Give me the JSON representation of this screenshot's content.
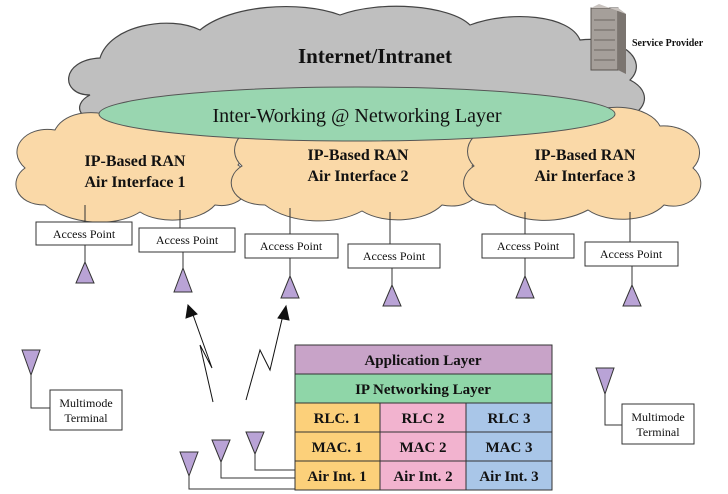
{
  "cloud": {
    "title": "Internet/Intranet"
  },
  "interworking": {
    "label": "Inter-Working @ Networking Layer"
  },
  "server": {
    "label": "Service Provider"
  },
  "rans": [
    {
      "line1": "IP-Based RAN",
      "line2": "Air Interface 1"
    },
    {
      "line1": "IP-Based RAN",
      "line2": "Air Interface 2"
    },
    {
      "line1": "IP-Based RAN",
      "line2": "Air Interface 3"
    }
  ],
  "access_points": [
    "Access Point",
    "Access Point",
    "Access Point",
    "Access Point",
    "Access Point",
    "Access Point"
  ],
  "terminals": {
    "left": {
      "line1": "Multimode",
      "line2": "Terminal"
    },
    "right": {
      "line1": "Multimode",
      "line2": "Terminal"
    }
  },
  "stack": {
    "app_layer": "Application Layer",
    "ip_layer": "IP Networking Layer",
    "rlc": [
      "RLC. 1",
      "RLC 2",
      "RLC 3"
    ],
    "mac": [
      "MAC. 1",
      "MAC 2",
      "MAC 3"
    ],
    "air": [
      "Air Int. 1",
      "Air Int. 2",
      "Air Int. 3"
    ]
  },
  "colors": {
    "cloud_gray": "#bfbfbf",
    "ellipse_green": "#99d6b0",
    "ran_tan": "#fad9a8",
    "antenna_purple": "#b9a3d6",
    "app_purple": "#c8a3c8",
    "ip_green": "#8fd6a8",
    "col1_orange": "#fcd07a",
    "col2_pink": "#f2b3cf",
    "col3_blue": "#a9c6e8"
  }
}
